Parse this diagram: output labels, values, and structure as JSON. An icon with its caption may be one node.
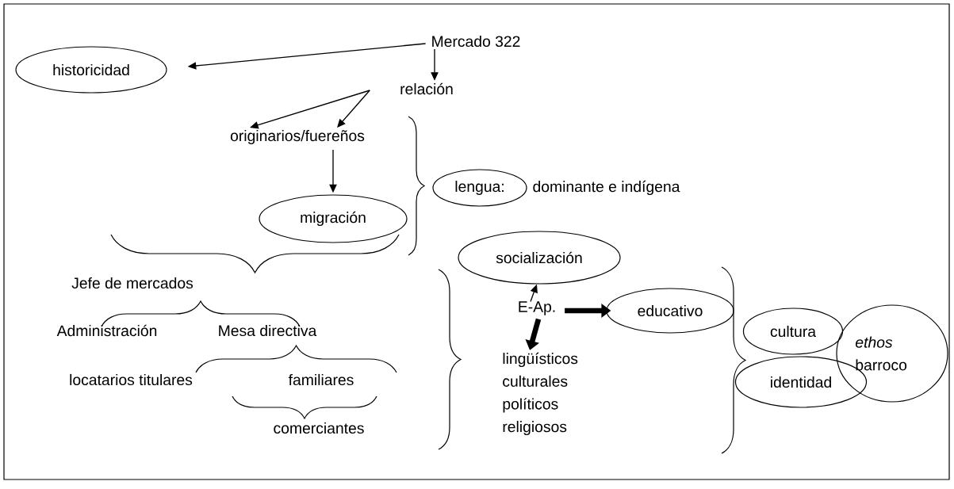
{
  "diagram": {
    "nodes": [
      {
        "text": [
          "Mercado 322"
        ]
      },
      {
        "text": [
          "historicidad"
        ]
      },
      {
        "text": [
          "relación"
        ]
      },
      {
        "text": [
          "originarios/fuereños"
        ]
      },
      {
        "text": [
          "migración"
        ]
      },
      {
        "text": [
          "lengua:"
        ],
        "beside": [
          "dominante e indígena"
        ]
      },
      {
        "text": [
          "Jefe de mercados"
        ]
      },
      {
        "text": [
          "Administración"
        ]
      },
      {
        "text": [
          "Mesa directiva"
        ]
      },
      {
        "text": [
          "locatarios titulares"
        ]
      },
      {
        "text": [
          "familiares"
        ]
      },
      {
        "text": [
          "comerciantes"
        ]
      },
      {
        "text": [
          "socialización"
        ]
      },
      {
        "text": [
          "E-Ap."
        ]
      },
      {
        "text": [
          "educativo"
        ]
      },
      {
        "text": [
          "lingüísticos culturales políticos religiosos"
        ]
      },
      {
        "text": [
          "cultura"
        ]
      },
      {
        "text": [
          "identidad"
        ]
      },
      {
        "text": [
          "*ethos* barroco"
        ]
      }
    ],
    "edges": [
      {
        "from": 0,
        "to": 1,
        "arrow": "to"
      },
      {
        "from": 0,
        "to": 2,
        "arrow": "to"
      },
      {
        "from": 2,
        "to": 3,
        "arrow": "to"
      },
      {
        "from": 2,
        "to": 3,
        "arrow": "to"
      },
      {
        "from": 3,
        "to": 4,
        "arrow": "to"
      },
      {
        "from": 13,
        "to": 12,
        "arrow": "to"
      },
      {
        "from": 13,
        "to": 14,
        "arrow": "to",
        "style": "thick"
      },
      {
        "from": 13,
        "to": 15,
        "arrow": "to",
        "style": "thick"
      }
    ]
  }
}
